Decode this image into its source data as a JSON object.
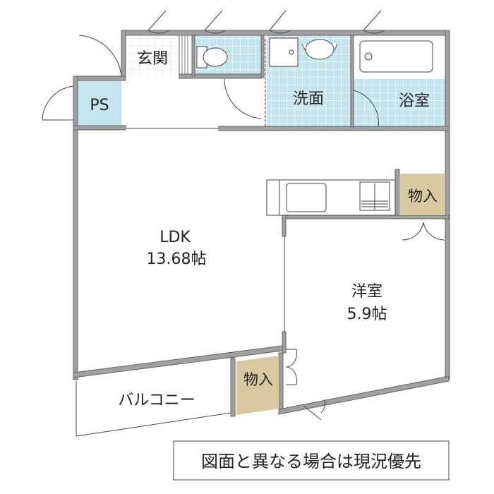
{
  "rooms": {
    "entrance": "玄関",
    "ps": "PS",
    "washroom": "洗面",
    "bathroom": "浴室",
    "ldk_name": "LDK",
    "ldk_size": "13.68帖",
    "western_name": "洋室",
    "western_size": "5.9帖",
    "storage_top": "物入",
    "storage_bottom": "物入",
    "balcony": "バルコニー"
  },
  "note": "図面と異なる場合は現況優先",
  "colors": {
    "wet_area": "#c5e5ee",
    "storage": "#d9c9a1",
    "wall": "#a0a0a0"
  }
}
